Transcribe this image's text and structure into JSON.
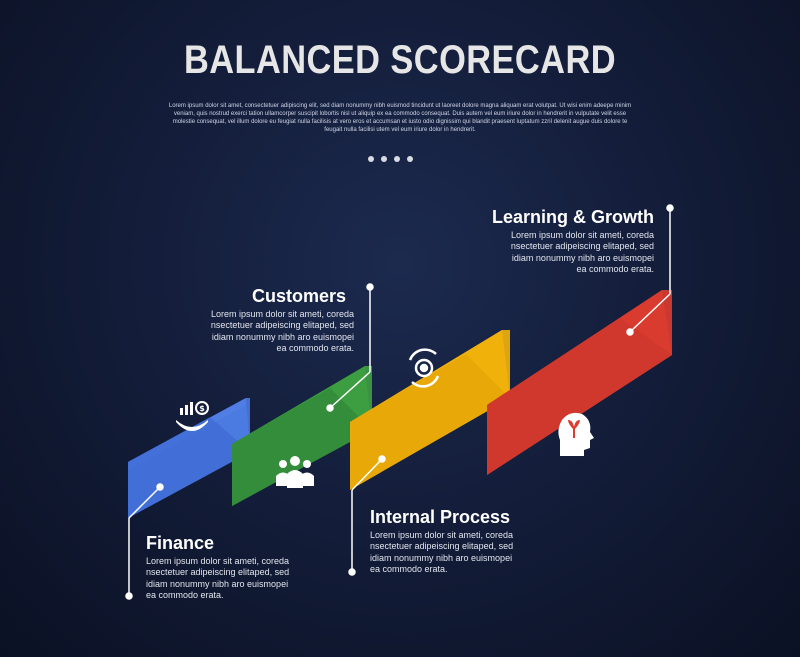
{
  "title": "BALANCED SCORECARD",
  "intro_text": "Lorem ipsum dolor sit amet, consectetuer adipiscing elit, sed diam nonummy nibh euismod tincidunt ut laoreet dolore magna aliquam erat volutpat. Ut wisi enim adeepe minim veniam, quis nostrud exerci tation ullamcorper suscipit lobortis nisl ut aliquip ex ea commodo consequat. Duis autem vel eum iriure dolor in hendrerit in vulputate velit esse molestie consequat, vel illum dolore eu feugiat nulla facilisis at vero eros et accumsan et iusto odio dignissim qui blandit praesent luptatum zzril delenit augue duis dolore te feugait nulla facilisi utem vel eum iriure dolor in hendrerit.",
  "steps": [
    {
      "heading": "Finance",
      "description": "Lorem ipsum dolor sit ameti, coreda\nnsectetuer adipeiscing elitaped, sed\nidiam nonummy nibh aro euismopei\nea commodo erata.",
      "color": "#4f7ee6",
      "icon": "finance-icon"
    },
    {
      "heading": "Customers",
      "description": "Lorem ipsum dolor sit ameti, coreda\nnsectetuer adipeiscing elitaped, sed\nidiam nonummy nibh aro euismopei\nea commodo erata.",
      "color": "#3e9e43",
      "icon": "people-icon"
    },
    {
      "heading": "Internal Process",
      "description": "Lorem ipsum dolor sit ameti, coreda\nnsectetuer adipeiscing elitaped, sed\nidiam nonummy nibh aro euismopei\nea commodo erata.",
      "color": "#f2b40c",
      "icon": "gear-cycle-icon"
    },
    {
      "heading": "Learning & Growth",
      "description": "Lorem ipsum dolor sit ameti, coreda\nnsectetuer adipeiscing elitaped, sed\nidiam nonummy nibh aro euismopei\nea commodo erata.",
      "color": "#dc3d31",
      "icon": "head-plant-icon"
    }
  ]
}
